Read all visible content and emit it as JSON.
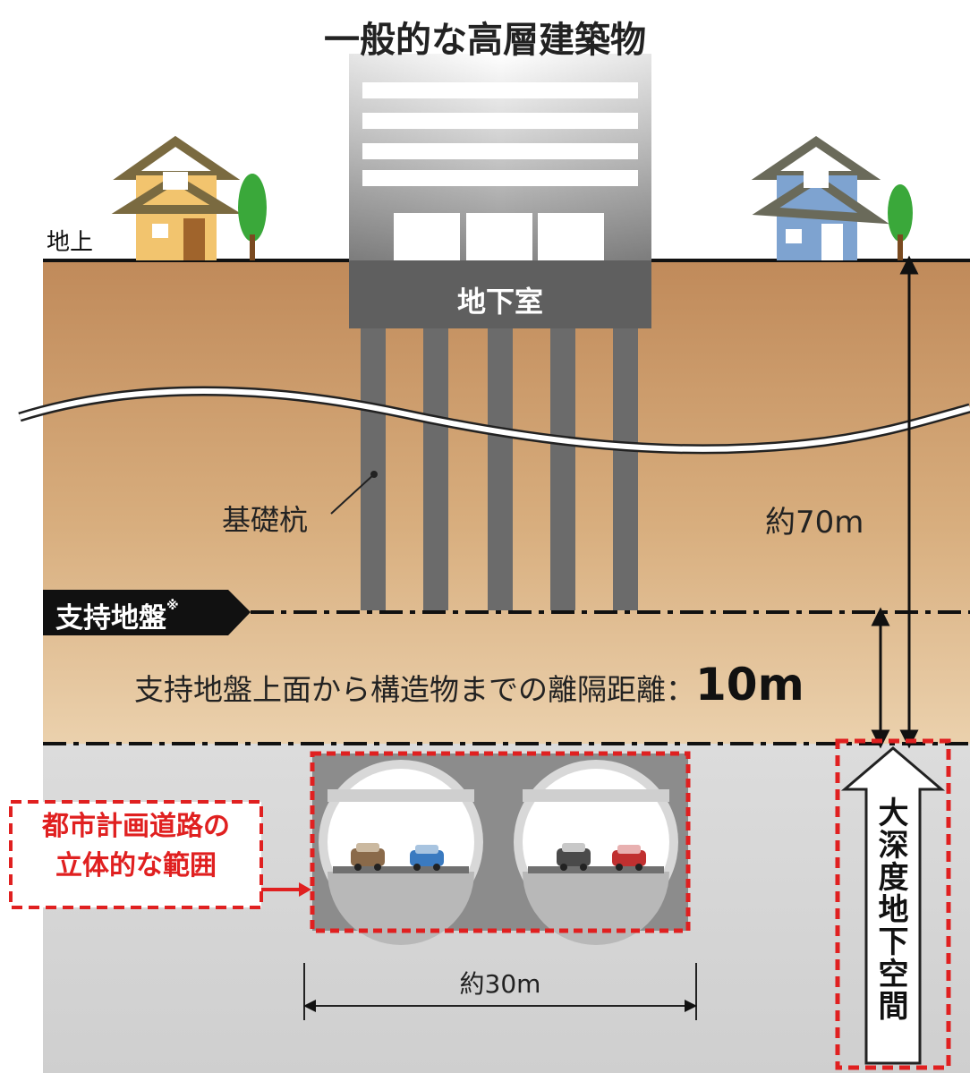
{
  "title": "一般的な高層建築物",
  "labels": {
    "ground": "地上",
    "basement": "地下室",
    "foundation_piles": "基礎杭",
    "depth": "約70m",
    "bearing_stratum": "支持地盤",
    "bearing_note_mark": "※",
    "separation_text": "支持地盤上面から構造物までの離隔距離：",
    "separation_value": "10m",
    "road_range_line1": "都市計画道路の",
    "road_range_line2": "立体的な範囲",
    "tunnel_width": "約30m",
    "deep_underground": "大深度地下空間"
  },
  "colors": {
    "soil_top": "#c08a5a",
    "soil_bottom": "#e6c7a0",
    "deep_ground": "#d6d6d6",
    "basement": "#5f5f5f",
    "pile": "#6b6b6b",
    "highlight_red": "#e02020",
    "house_left": "#f2c46e",
    "house_right": "#7ea3d0",
    "tree": "#3aa83a"
  },
  "icons": [
    "house-icon",
    "tree-icon",
    "building-icon",
    "car-icon",
    "arrow-icon"
  ]
}
